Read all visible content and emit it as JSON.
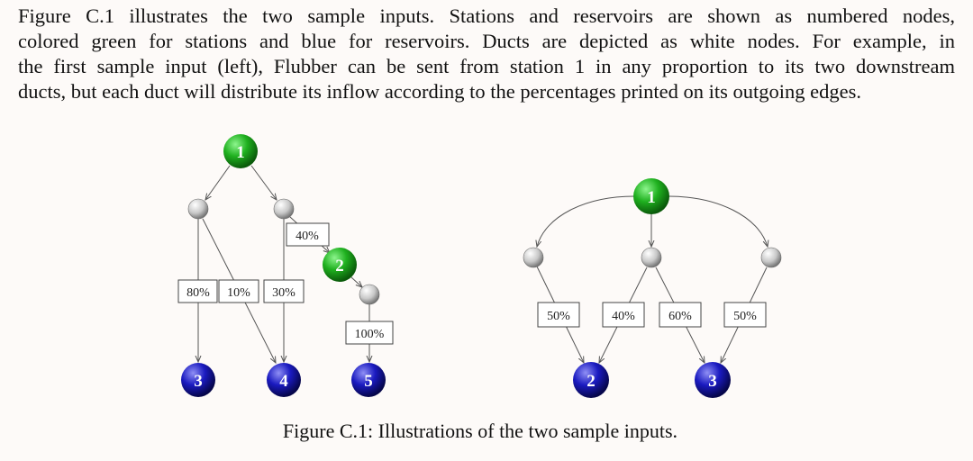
{
  "paragraph": [
    "Figure C.1 illustrates the two sample inputs.  Stations and reservoirs are shown as numbered nodes,",
    "colored green for stations and blue for reservoirs.  Ducts are depicted as white nodes.  For example, in",
    "the first sample input (left), Flubber can be sent from station 1 in any proportion to its two downstream",
    "ducts, but each duct will distribute its inflow according to the percentages printed on its outgoing edges."
  ],
  "colors": {
    "station": "#1fa31f",
    "reservoir": "#1a1ab8",
    "duct": "#c8c8c8"
  },
  "left": {
    "stations": [
      "1",
      "2"
    ],
    "reservoirs": [
      "3",
      "4",
      "5"
    ],
    "edge_labels": [
      "40%",
      "80%",
      "10%",
      "30%",
      "100%"
    ]
  },
  "right": {
    "stations": [
      "1"
    ],
    "reservoirs": [
      "2",
      "3"
    ],
    "edge_labels": [
      "50%",
      "40%",
      "60%",
      "50%"
    ]
  },
  "caption": "Figure C.1: Illustrations of the two sample inputs."
}
